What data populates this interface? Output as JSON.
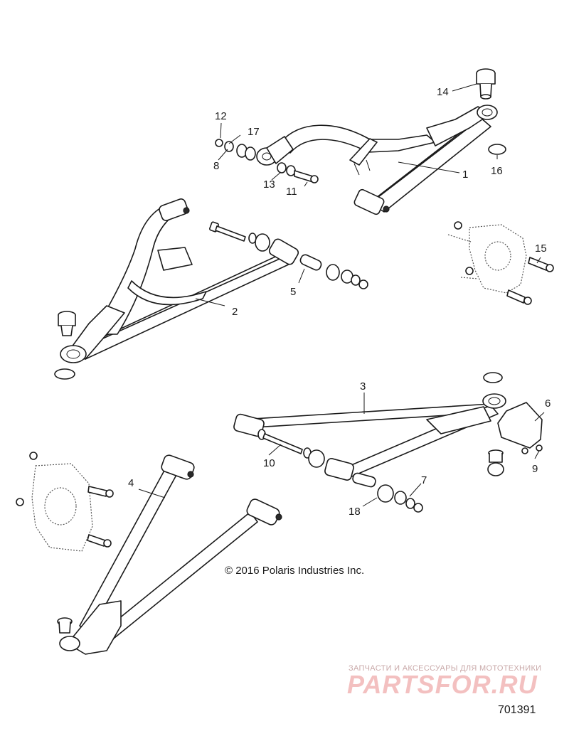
{
  "callouts": {
    "c1": "1",
    "c2": "2",
    "c3": "3",
    "c4": "4",
    "c5": "5",
    "c6": "6",
    "c7": "7",
    "c8": "8",
    "c9": "9",
    "c10": "10",
    "c11": "11",
    "c12": "12",
    "c13": "13",
    "c14": "14",
    "c15": "15",
    "c16": "16",
    "c17": "17",
    "c18": "18"
  },
  "copyright": "© 2016 Polaris Industries Inc.",
  "watermark": {
    "tagline": "ЗАПЧАСТИ И АКСЕССУАРЫ ДЛЯ МОТОТЕХНИКИ",
    "brand": "PARTSFOR.RU"
  },
  "diagram_id": "701391"
}
